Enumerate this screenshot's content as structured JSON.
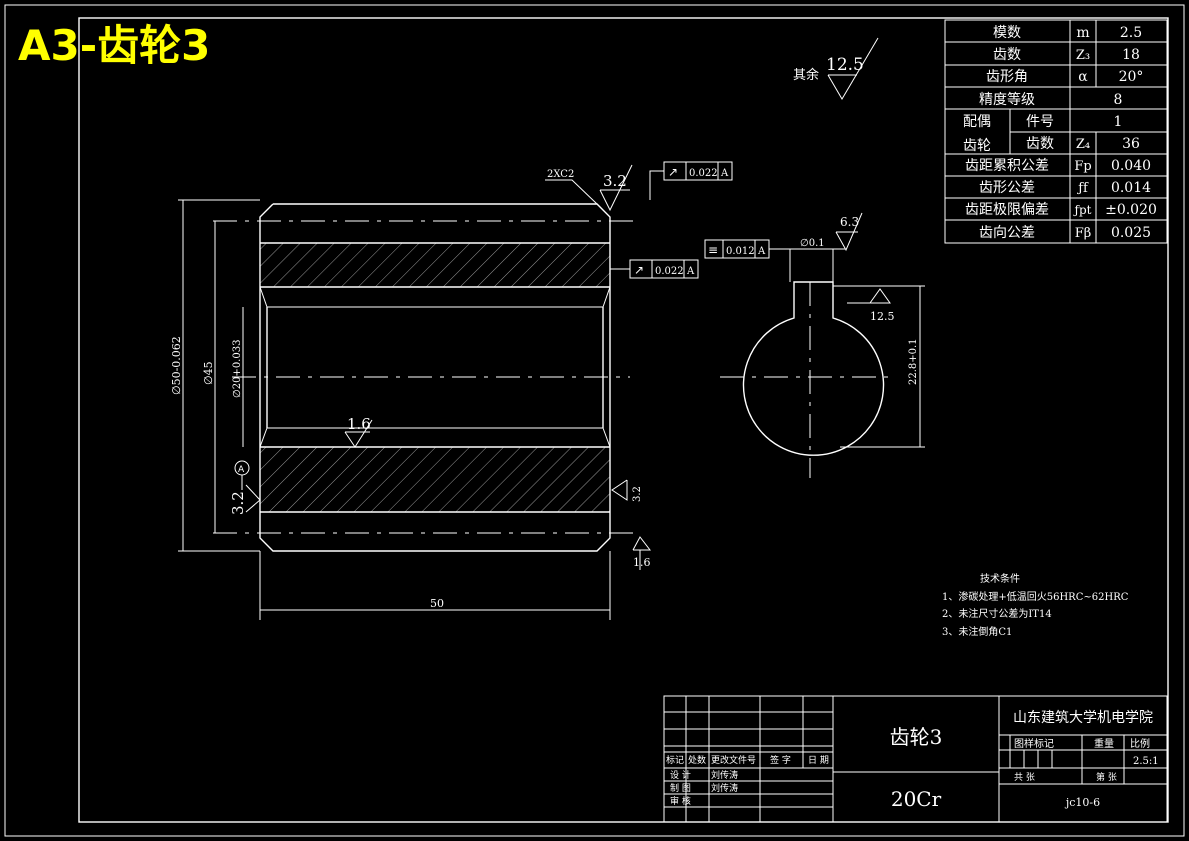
{
  "title": "A3-齿轮3",
  "params": [
    {
      "name": "模数",
      "sym": "m",
      "val": "2.5"
    },
    {
      "name": "齿数",
      "sym": "Z₃",
      "val": "18"
    },
    {
      "name": "齿形角",
      "sym": "α",
      "val": "20°"
    },
    {
      "name": "精度等级",
      "sym": "",
      "val": "8"
    },
    {
      "name": "件号",
      "sym": "",
      "val": "1"
    },
    {
      "name": "齿数",
      "sym": "Z₄",
      "val": "36"
    },
    {
      "name": "齿距累积公差",
      "sym": "Fp",
      "val": "0.040"
    },
    {
      "name": "齿形公差",
      "sym": "ƒf",
      "val": "0.014"
    },
    {
      "name": "齿距极限偏差",
      "sym": "ƒpt",
      "val": "±0.020"
    },
    {
      "name": "齿向公差",
      "sym": "Fβ",
      "val": "0.025"
    }
  ],
  "pair_label_1": "配偶",
  "pair_label_2": "齿轮",
  "rough_rest_prefix": "其余",
  "rough_rest": "12.5",
  "chamfer": "2XC2",
  "rough_values": {
    "top": "3.2",
    "inner": "1.6",
    "left": "3.2",
    "right": "3.2",
    "bottom": "1.6",
    "key_side": "12.5",
    "key_top": "6.3"
  },
  "tol_frames": [
    {
      "sym": "↗",
      "val": "0.022",
      "ref": "A"
    },
    {
      "sym": "↗",
      "val": "0.022",
      "ref": "A"
    },
    {
      "sym": "≡",
      "val": "0.012",
      "ref": "A"
    }
  ],
  "key_width_tol": "∅0.1",
  "datum": "A",
  "dims": {
    "od": "∅50-0.062",
    "d45": "∅45",
    "bore": "∅20+0.033",
    "length": "50",
    "key_depth": "22.8+0.1"
  },
  "tech_title": "技术条件",
  "tech": [
    "1、渗碳处理+低温回火56HRC~62HRC",
    "2、未注尺寸公差为IT14",
    "3、未注倒角C1"
  ],
  "tb": {
    "part": "齿轮3",
    "material": "20Cr",
    "school": "山东建筑大学机电学院",
    "h1": "图样标记",
    "h2": "重量",
    "h3": "比例",
    "scale": "2.5:1",
    "sheet1": "共 张",
    "sheet2": "第 张",
    "code": "jc10-6",
    "rev_head": [
      "标记",
      "处数",
      "更改文件号",
      "签 字",
      "日 期"
    ],
    "roles": [
      "设 计",
      "制 图",
      "审 核"
    ],
    "signer": "刘传涛"
  }
}
